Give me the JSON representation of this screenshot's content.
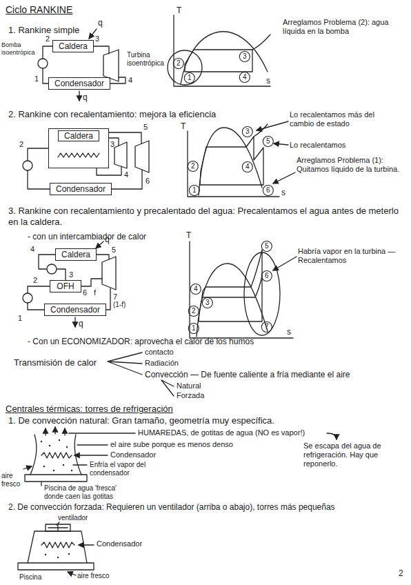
{
  "diagram": {
    "title": "Ciclo RANKINE",
    "nodes": [
      {
        "text": [
          "Caldera"
        ]
      },
      {
        "text": [
          "Condensador"
        ]
      },
      {
        "text": [
          "Caldera"
        ]
      },
      {
        "text": [
          "Condensador"
        ]
      },
      {
        "text": [
          "Caldera"
        ]
      },
      {
        "text": [
          "OFH"
        ]
      },
      {
        "text": [
          "Condensador"
        ]
      }
    ],
    "edges": [
      {
        "from": 1,
        "to": 0,
        "arrow": "none"
      },
      {
        "from": 3,
        "to": 2,
        "arrow": "none"
      },
      {
        "from": 6,
        "to": 5,
        "arrow": "none"
      },
      {
        "from": 5,
        "to": 4,
        "arrow": "none"
      }
    ],
    "labels": [
      "1. Rankine simple",
      "q",
      "2",
      "3",
      "Bomba isoentrópica",
      "Turbina isoentrópica",
      "1",
      "4",
      "q",
      "T",
      "s",
      "2",
      "1",
      "3",
      "4",
      "Arreglamos Problema (2): agua líquida en la bomba",
      "2. Rankine con recalentamiento: mejora la eficiencia",
      "2",
      "3",
      "5",
      "4",
      "6",
      "T",
      "s",
      "3",
      "4",
      "5",
      "2",
      "1",
      "6",
      "Lo recalentamos más del cambio de estado",
      "Lo recalentamos",
      "Arreglamos Problema (1): Quitamos líquido de la turbina.",
      "3. Rankine con recalentamiento y precalentado del agua: Precalentamos el agua antes de meterlo en la caldera.",
      "- con un intercambiador de calor",
      "q",
      "4",
      "5",
      "3",
      "2",
      "6",
      "f",
      "7",
      "(1-f)",
      "1",
      "q",
      "T",
      "s",
      "5",
      "4",
      "6",
      "2",
      "3",
      "1",
      "7",
      "Habría vapor en la turbina — Recalentamos",
      "- Con un ECONOMIZADOR: aprovecha el calor de los humos",
      "Transmisión de calor",
      "contacto",
      "Radiación",
      "Convección — De fuente caliente a fría mediante el aire",
      "Natural",
      "Forzada",
      "Centrales térmicas: torres de refrigeración",
      "1. De convección natural: Gran tamaño, geometría muy específica.",
      "HUMAREDAS, de gotitas de agua (NO es vapor!)",
      "el aire sube porque es menos denso",
      "Condensador",
      "Enfría el vapor del condensador",
      "aire fresco",
      "Piscina de agua 'fresca' donde caen las gotitas",
      "Se escapa del agua de refrigeración. Hay que reponerlo.",
      "2. De convección forzada: Requieren un ventilador (arriba o abajo), torres más pequeñas",
      "ventilador",
      "Condensador",
      "aire fresco",
      "Piscina",
      "2"
    ]
  }
}
